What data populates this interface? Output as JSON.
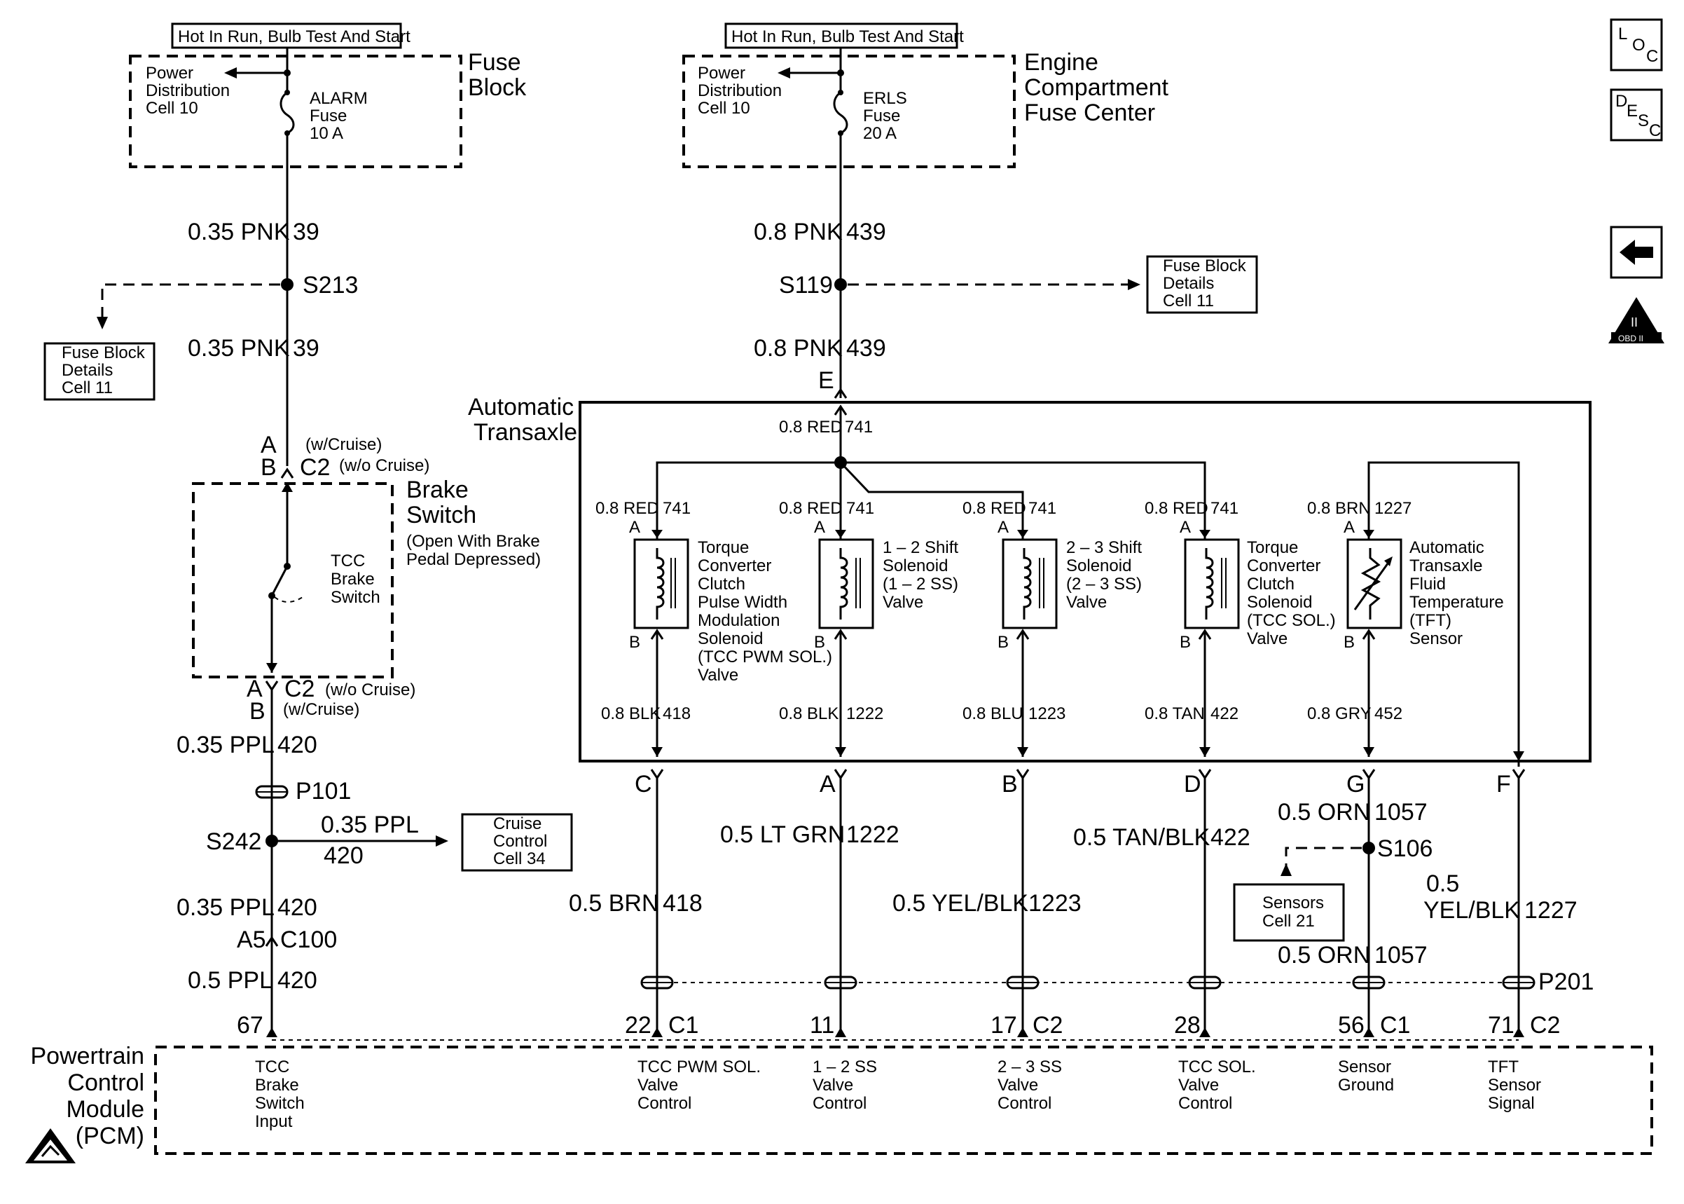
{
  "fuse_left": {
    "header": "Hot In Run, Bulb Test And Start",
    "block_name": [
      "Fuse",
      "Block"
    ],
    "power_dist": [
      "Power",
      "Distribution",
      "Cell 10"
    ],
    "fuse": [
      "ALARM",
      "Fuse",
      "10 A"
    ]
  },
  "fuse_right": {
    "header": "Hot In Run, Bulb Test And Start",
    "block_name": [
      "Engine",
      "Compartment",
      "Fuse Center"
    ],
    "power_dist": [
      "Power",
      "Distribution",
      "Cell 10"
    ],
    "fuse": [
      "ERLS",
      "Fuse",
      "20 A"
    ]
  },
  "left_circuit": {
    "wire_pnk_1_gauge": "0.35 PNK",
    "wire_pnk_1_num": "39",
    "splice_s213": "S213",
    "wire_pnk_2_gauge": "0.35 PNK",
    "wire_pnk_2_num": "39",
    "fuse_details": [
      "Fuse Block",
      "Details",
      "Cell 11"
    ],
    "conn_a_top": "A",
    "conn_b_top": "B",
    "conn_c2_top": "C2",
    "w_cruise_top": "(w/Cruise)",
    "wo_cruise_top": "(w/o Cruise)",
    "brake_switch_title": [
      "Brake",
      "Switch"
    ],
    "brake_switch_note": [
      "(Open With Brake",
      "Pedal Depressed)"
    ],
    "tcc_brake_switch": [
      "TCC",
      "Brake",
      "Switch"
    ],
    "conn_a_bot": "A",
    "conn_b_bot": "B",
    "conn_c2_bot": "C2",
    "wo_cruise_bot": "(w/o Cruise)",
    "w_cruise_bot": "(w/Cruise)",
    "wire_ppl_1_gauge": "0.35 PPL",
    "wire_ppl_1_num": "420",
    "p101": "P101",
    "splice_s242": "S242",
    "wire_cruise_gauge": "0.35 PPL",
    "wire_cruise_num": "420",
    "cruise_control": [
      "Cruise",
      "Control",
      "Cell 34"
    ],
    "wire_ppl_2_gauge": "0.35 PPL",
    "wire_ppl_2_num": "420",
    "conn_a5": "A5",
    "conn_c100": "C100",
    "wire_ppl_3_gauge": "0.5 PPL",
    "wire_ppl_3_num": "420",
    "pin_67": "67"
  },
  "center_circuit": {
    "wire_pnk_1_gauge": "0.8 PNK",
    "wire_pnk_1_num": "439",
    "splice_s119": "S119",
    "wire_pnk_2_gauge": "0.8 PNK",
    "wire_pnk_2_num": "439",
    "fuse_details": [
      "Fuse Block",
      "Details",
      "Cell 11"
    ],
    "conn_e": "E"
  },
  "transaxle": {
    "title": [
      "Automatic",
      "Transaxle"
    ],
    "wire_red_main_gauge": "0.8 RED",
    "wire_red_main_num": "741",
    "solenoids": [
      {
        "top_gauge": "0.8 RED",
        "top_num": "741",
        "pin_a": "A",
        "pin_b": "B",
        "label": [
          "Torque",
          "Converter",
          "Clutch",
          "Pulse Width",
          "Modulation",
          "Solenoid",
          "(TCC PWM SOL.)",
          "Valve"
        ],
        "bot_gauge": "0.8 BLK",
        "bot_num": "418",
        "out_pin": "C"
      },
      {
        "top_gauge": "0.8 RED",
        "top_num": "741",
        "pin_a": "A",
        "pin_b": "B",
        "label": [
          "1 – 2 Shift",
          "Solenoid",
          "(1 – 2 SS)",
          "Valve"
        ],
        "bot_gauge": "0.8 BLK",
        "bot_num": "1222",
        "out_pin": "A"
      },
      {
        "top_gauge": "0.8 RED",
        "top_num": "741",
        "pin_a": "A",
        "pin_b": "B",
        "label": [
          "2 – 3 Shift",
          "Solenoid",
          "(2 – 3 SS)",
          "Valve"
        ],
        "bot_gauge": "0.8 BLU",
        "bot_num": "1223",
        "out_pin": "B"
      },
      {
        "top_gauge": "0.8 RED",
        "top_num": "741",
        "pin_a": "A",
        "pin_b": "B",
        "label": [
          "Torque",
          "Converter",
          "Clutch",
          "Solenoid",
          "(TCC SOL.)",
          "Valve"
        ],
        "bot_gauge": "0.8 TAN",
        "bot_num": "422",
        "out_pin": "D"
      },
      {
        "top_gauge": "0.8 BRN",
        "top_num": "1227",
        "pin_a": "A",
        "pin_b": "B",
        "label": [
          "Automatic",
          "Transaxle",
          "Fluid",
          "Temperature",
          "(TFT)",
          "Sensor"
        ],
        "bot_gauge": "0.8 GRY",
        "bot_num": "452",
        "out_pin": "G"
      }
    ],
    "out_pin_f": "F"
  },
  "lower_wires": {
    "brn_gauge": "0.5 BRN",
    "brn_num": "418",
    "ltgrn_gauge": "0.5 LT GRN",
    "ltgrn_num": "1222",
    "yelblk_gauge": "0.5 YEL/BLK",
    "yelblk_num": "1223",
    "tanblk_gauge": "0.5 TAN/BLK",
    "tanblk_num": "422",
    "orn_top_gauge": "0.5 ORN",
    "orn_top_num": "1057",
    "splice_s106": "S106",
    "sensors": [
      "Sensors",
      "Cell 21"
    ],
    "orn_bot_gauge": "0.5 ORN",
    "orn_bot_num": "1057",
    "yelblk2_gauge": [
      "0.5",
      "YEL/BLK"
    ],
    "yelblk2_num": "1227",
    "p201": "P201"
  },
  "pcm_pins": [
    {
      "pin": "22",
      "conn": "C1"
    },
    {
      "pin": "11",
      "conn": ""
    },
    {
      "pin": "17",
      "conn": "C2"
    },
    {
      "pin": "28",
      "conn": ""
    },
    {
      "pin": "56",
      "conn": "C1"
    },
    {
      "pin": "71",
      "conn": "C2"
    }
  ],
  "pcm": {
    "title": [
      "Powertrain",
      "Control",
      "Module",
      "(PCM)"
    ],
    "inputs": [
      [
        "TCC",
        "Brake",
        "Switch",
        "Input"
      ],
      [
        "TCC PWM SOL.",
        "Valve",
        "Control"
      ],
      [
        "1 – 2 SS",
        "Valve",
        "Control"
      ],
      [
        "2 – 3 SS",
        "Valve",
        "Control"
      ],
      [
        "TCC SOL.",
        "Valve",
        "Control"
      ],
      [
        "Sensor",
        "Ground"
      ],
      [
        "TFT",
        "Sensor",
        "Signal"
      ]
    ]
  },
  "side_icons": {
    "loc": [
      "L",
      "O",
      "C"
    ],
    "desc": [
      "D",
      "E",
      "S",
      "C"
    ],
    "obd": [
      "II",
      "OBD II"
    ]
  }
}
